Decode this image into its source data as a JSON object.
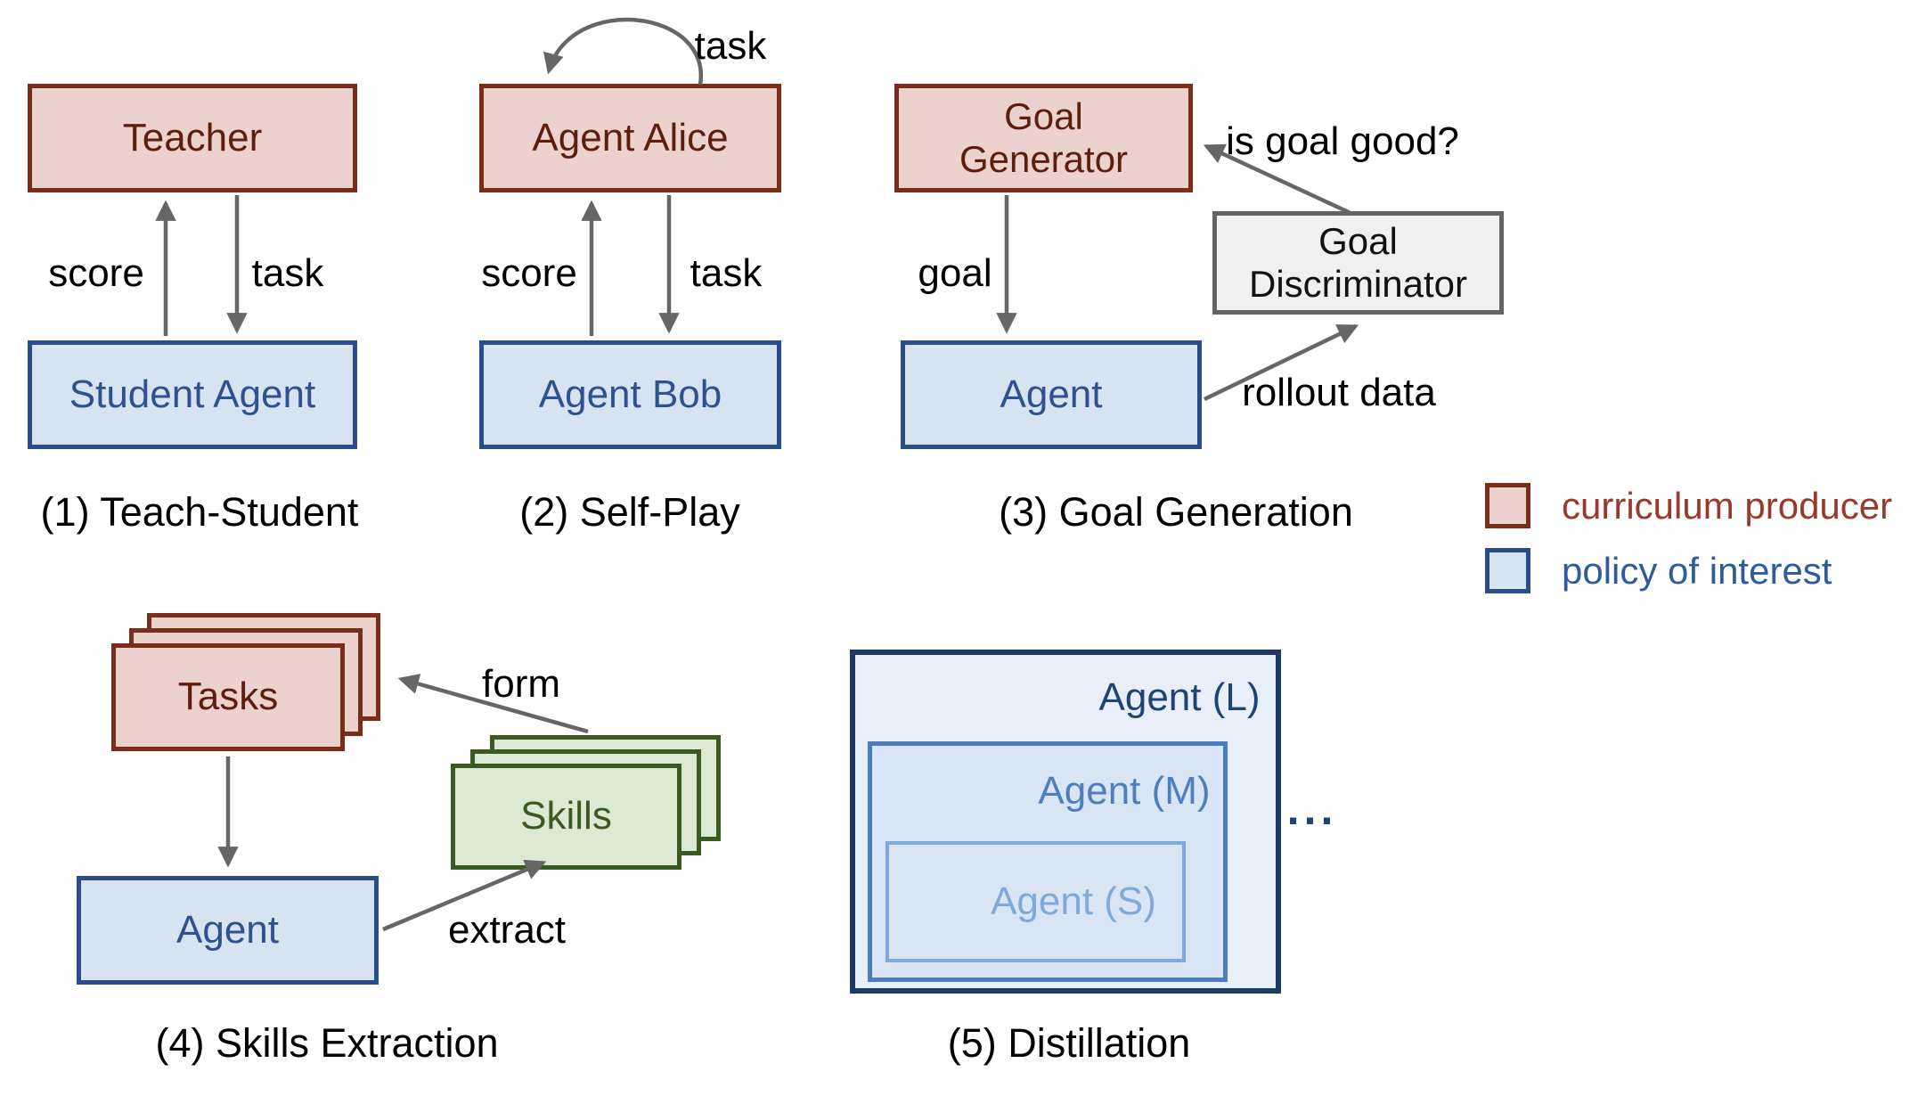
{
  "figure": {
    "panels": [
      {
        "id": "teach_student",
        "caption": "(1) Teach-Student",
        "boxes": {
          "teacher": "Teacher",
          "student": "Student Agent"
        },
        "arrow_labels": {
          "score": "score",
          "task": "task"
        }
      },
      {
        "id": "self_play",
        "caption": "(2) Self-Play",
        "boxes": {
          "alice": "Agent Alice",
          "bob": "Agent Bob"
        },
        "arrow_labels": {
          "loop_task": "task",
          "score": "score",
          "task": "task"
        }
      },
      {
        "id": "goal_generation",
        "caption": "(3) Goal Generation",
        "boxes": {
          "generator": "Goal\nGenerator",
          "discriminator": "Goal\nDiscriminator",
          "agent": "Agent"
        },
        "arrow_labels": {
          "goal": "goal",
          "question": "is goal good?",
          "rollout": "rollout data"
        }
      },
      {
        "id": "skills_extraction",
        "caption": "(4) Skills Extraction",
        "boxes": {
          "tasks": "Tasks",
          "skills": "Skills",
          "agent": "Agent"
        },
        "arrow_labels": {
          "form": "form",
          "extract": "extract"
        }
      },
      {
        "id": "distillation",
        "caption": "(5) Distillation",
        "boxes": {
          "agent_l": "Agent (L)",
          "agent_m": "Agent (M)",
          "agent_s": "Agent (S)"
        },
        "ellipsis": "..."
      }
    ],
    "legend": {
      "items": [
        {
          "label": "curriculum producer",
          "swatch": "red"
        },
        {
          "label": "policy of interest",
          "swatch": "blue"
        }
      ]
    },
    "colors": {
      "curriculum_producer_fill": "#ecd2cf",
      "curriculum_producer_border": "#7b2d1a",
      "curriculum_producer_text": "#5e1e0e",
      "policy_fill": "#d8e3f2",
      "policy_border": "#2b4d8e",
      "policy_text": "#2d5191",
      "discriminator_fill": "#f0f0f0",
      "discriminator_border": "#636363",
      "skills_fill": "#dee9d4",
      "skills_border": "#3a5a21",
      "distill_outer_border": "#1c3a66",
      "distill_mid_border": "#4a7ebc",
      "distill_inner_border": "#7ea9dc",
      "arrow_gray": "#666666",
      "legend_red_text": "#9a392a",
      "legend_blue_text": "#2f5b9c"
    }
  }
}
